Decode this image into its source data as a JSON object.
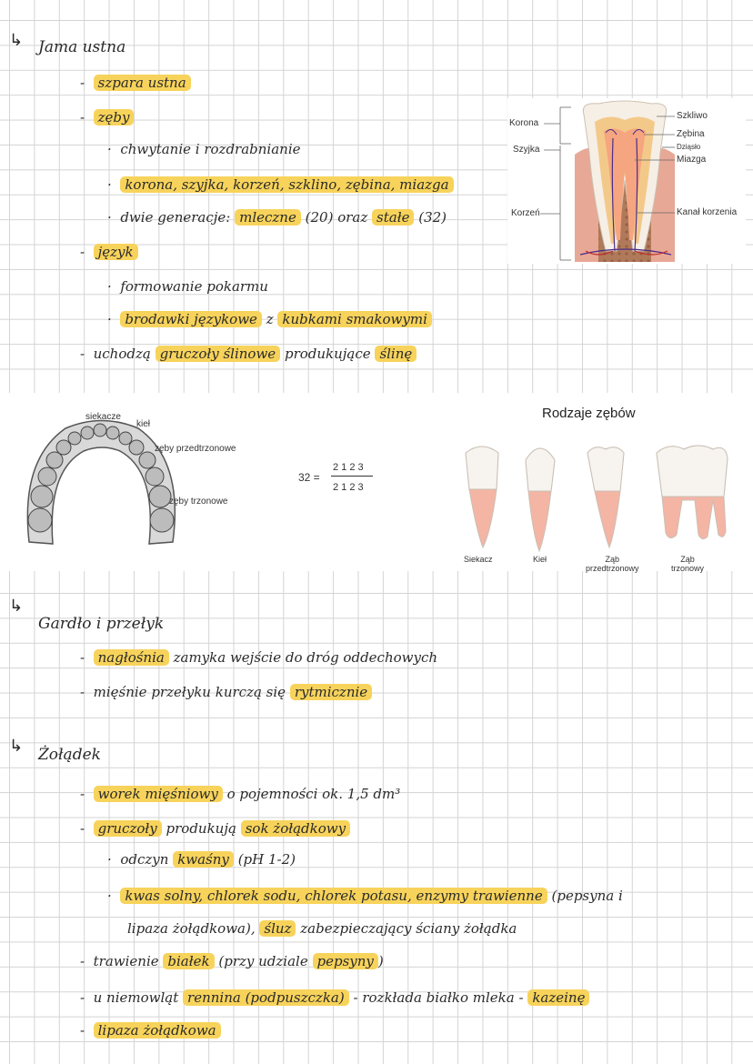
{
  "sections": {
    "mouth": {
      "arrow": "↳",
      "title": "Jama ustna",
      "items": [
        {
          "bullet": "-",
          "text": "szpara ustna"
        },
        {
          "bullet": "-",
          "text": "zęby"
        },
        {
          "bullet": "·",
          "text": "chwytanie i rozdrabnianie"
        },
        {
          "bullet": "·",
          "text": "korona, szyjka, korzeń, szklino, zębina, miazga"
        },
        {
          "bullet": "·",
          "pre": "dwie generacje:",
          "hl1": "mleczne",
          "mid1": "(20) oraz",
          "hl2": "stałe",
          "post": "(32)"
        },
        {
          "bullet": "-",
          "text": "język"
        },
        {
          "bullet": "·",
          "text": "formowanie pokarmu"
        },
        {
          "bullet": "·",
          "hl1": "brodawki językowe",
          "mid": "z",
          "hl2": "kubkami smakowymi"
        },
        {
          "bullet": "-",
          "pre": "uchodzą",
          "hl1": "gruczoły ślinowe",
          "mid": "produkujące",
          "hl2": "ślinę"
        }
      ]
    },
    "throat": {
      "arrow": "↳",
      "title": "Gardło i przełyk",
      "items": [
        {
          "bullet": "-",
          "hl1": "nagłośnia",
          "post": "zamyka wejście do dróg oddechowych"
        },
        {
          "bullet": "-",
          "pre": "mięśnie przełyku kurczą się",
          "hl1": "rytmicznie"
        }
      ]
    },
    "stomach": {
      "arrow": "↳",
      "title": "Żołądek",
      "items": [
        {
          "bullet": "-",
          "hl1": "worek mięśniowy",
          "post": "o pojemności ok. 1,5 dm³"
        },
        {
          "bullet": "-",
          "hl1": "gruczoły",
          "mid": "produkują",
          "hl2": "sok żołądkowy"
        },
        {
          "bullet": "·",
          "pre": "odczyn",
          "hl1": "kwaśny",
          "post": "(pH 1-2)"
        },
        {
          "bullet": "·",
          "hl1": "kwas solny, chlorek sodu, chlorek potasu, enzymy trawienne",
          "post": "(pepsyna i"
        },
        {
          "bullet": "",
          "pre": "lipaza żołądkowa),",
          "hl1": "śluz",
          "post": "zabezpieczający ściany żołądka"
        },
        {
          "bullet": "-",
          "pre": "trawienie",
          "hl1": "białek",
          "mid": "(przy udziale",
          "hl2": "pepsyny",
          "post": ")"
        },
        {
          "bullet": "-",
          "pre": "u niemowląt",
          "hl1": "rennina (podpuszczka)",
          "mid": "- rozkłada białko mleka -",
          "hl2": "kazeinę"
        },
        {
          "bullet": "-",
          "hl1": "lipaza żołądkowa"
        }
      ]
    }
  },
  "tooth_diagram": {
    "labels_left": [
      "Korona",
      "Szyjka",
      "Korzeń"
    ],
    "labels_right": [
      "Szkliwo",
      "Zębina",
      "Dziąsło",
      "Miazga",
      "Kanał korzenia"
    ]
  },
  "jaw_diagram": {
    "labels": [
      "siekacze",
      "kieł",
      "zęby przedtrzonowe",
      "zęby trzonowe"
    ],
    "formula_prefix": "32 =",
    "formula_top": "2 1 2 3",
    "formula_bottom": "2 1 2 3"
  },
  "tooth_types": {
    "title": "Rodzaje zębów",
    "types": [
      "Siekacz",
      "Kieł",
      "Ząb\nprzedtrzonowy",
      "Ząb\ntrzonowy"
    ]
  },
  "colors": {
    "highlight": "#f7d35b",
    "root_pink": "#f4b5a4",
    "enamel": "#f5f1ea"
  }
}
